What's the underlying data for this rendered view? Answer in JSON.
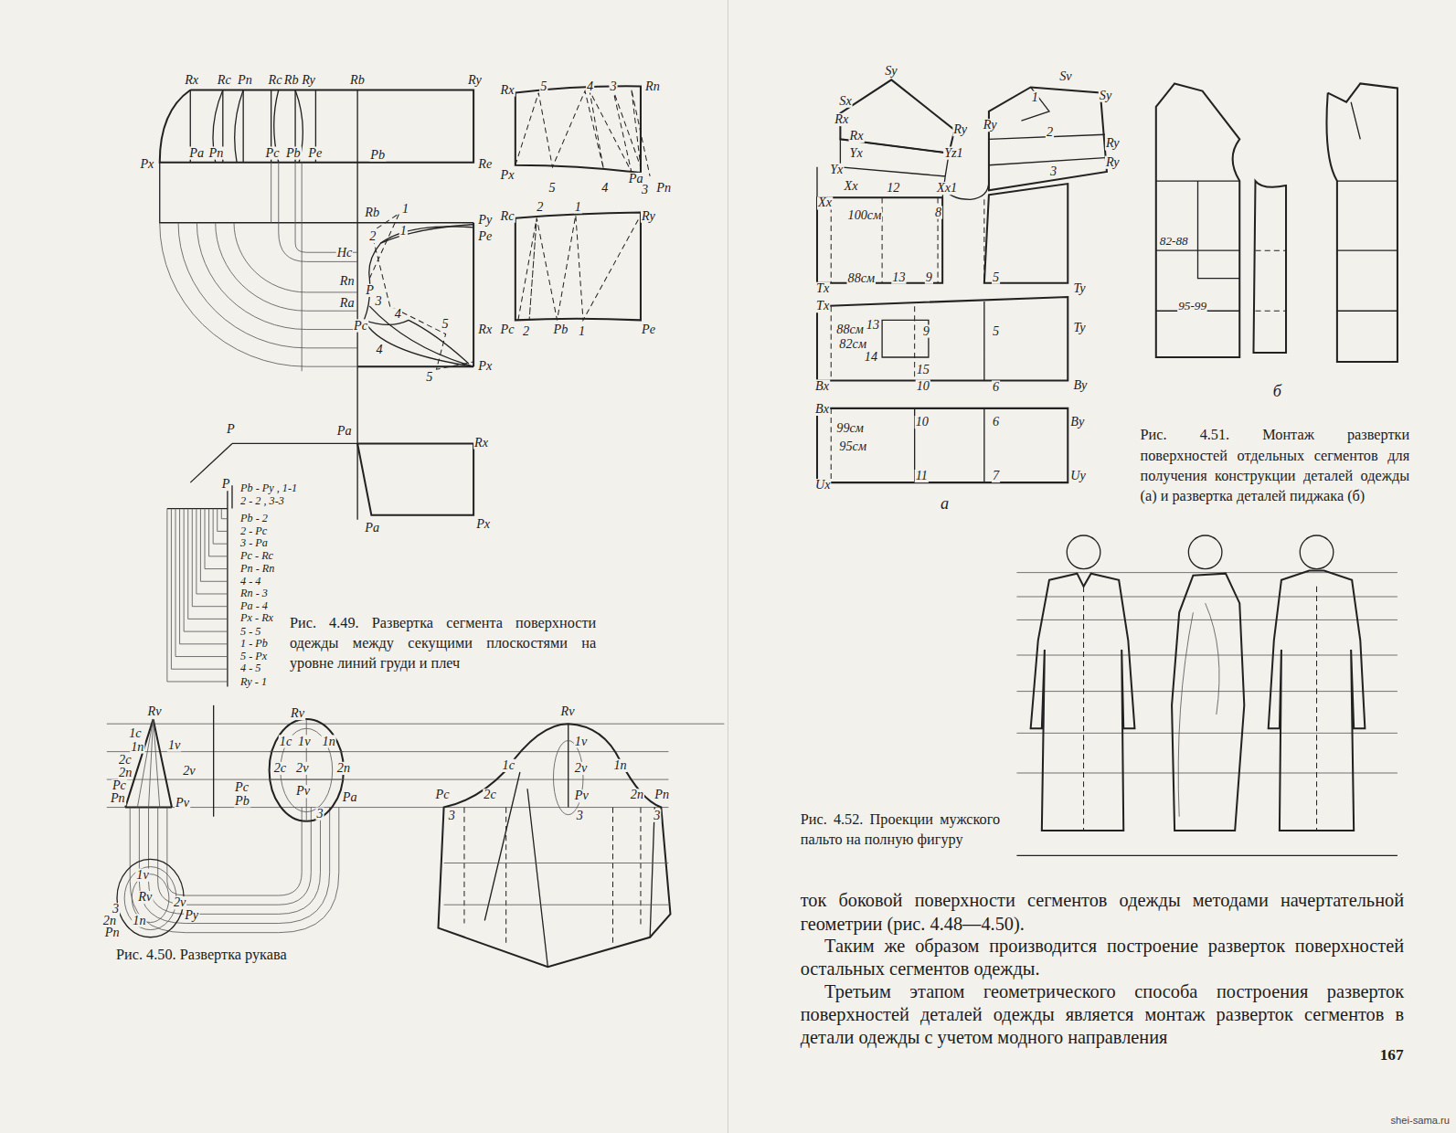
{
  "diagram": {
    "labels": [
      "Rx",
      "Rc",
      "Pп",
      "Rc",
      "Rb",
      "Ry",
      "Rb",
      "Ry",
      "Px",
      "Pa",
      "Pп",
      "Pc",
      "Pb",
      "Pe",
      "Pb",
      "Re",
      "Rb",
      "Py",
      "Pe",
      "Hc",
      "Rп",
      "Ra",
      "Pc",
      "P",
      "Rx",
      "Px",
      "1",
      "1",
      "2",
      "3",
      "4",
      "4",
      "5",
      "5",
      "Rx",
      "5",
      "4",
      "3",
      "Rп",
      "Px",
      "5",
      "4",
      "Pa",
      "3",
      "Pп",
      "Rc",
      "2",
      "1",
      "Ry",
      "Pc",
      "2",
      "Pb",
      "1",
      "Pe",
      "P",
      "Pa",
      "Rx",
      "P",
      "Pa",
      "Px",
      "Pb - Py , 1-1",
      "2 - 2 , 3-3",
      "Pb - 2",
      "2 - Pc",
      "3 - Pa",
      "Pc - Rc",
      "Pп - Rп",
      "4 - 4",
      "Rп - 3",
      "Pa - 4",
      "Px - Rx",
      "5 - 5",
      "1 - Pb",
      "5 - Px",
      "4 - 5",
      "Ry - 1",
      "Рис. 4.49. Развертка сегмента поверхности одежды между секущими плоскостями на уровне линий груди и плеч",
      "Rv",
      "1c",
      "1п",
      "1v",
      "2c",
      "2п",
      "2v",
      "Pc",
      "Pп",
      "Pv",
      "1v",
      "Rv",
      "2v",
      "Py",
      "3",
      "2п",
      "Pп",
      "1п",
      "Rv",
      "1c",
      "1v",
      "1п",
      "2c",
      "2v",
      "2п",
      "Pc",
      "Pb",
      "Pv",
      "Pa",
      "3",
      "Rv",
      "1c",
      "1п",
      "1v",
      "2c",
      "2v",
      "2п",
      "Pc",
      "Pv",
      "Pп",
      "3",
      "3",
      "3",
      "Рис. 4.50. Развертка рукава",
      "Sy",
      "Sx",
      "Rx",
      "Ry",
      "Rx",
      "Yx",
      "Yz1",
      "Yx",
      "Xx",
      "12",
      "Xx1",
      "Xx",
      "100см",
      "8",
      "88см",
      "13",
      "9",
      "5",
      "Tx",
      "Ty",
      "Tx",
      "88см",
      "82см",
      "13",
      "14",
      "9",
      "5",
      "Ty",
      "15",
      "10",
      "6",
      "By",
      "Bx",
      "Bx",
      "10",
      "6",
      "By",
      "99см",
      "95см",
      "11",
      "7",
      "Uy",
      "Ux",
      "а",
      "1",
      "Sv",
      "Sy",
      "Ry",
      "2",
      "Ry",
      "Ry",
      "3",
      "82-88",
      "95-99",
      "б",
      "Рис. 4.51. Монтаж развертки поверхностей отдельных сегментов для получения конструкции деталей одежды (а) и развертка деталей пиджака (б)",
      "Рис. 4.52. Проекции мужского пальто на полную фигуру",
      "ток боковой поверхности сегментов одежды методами начертательной геометрии (рис. 4.48—4.50).",
      "Таким же образом производится построение разверток поверхностей остальных сегментов одежды.",
      "Третьим этапом геометрического способа построения разверток поверхностей деталей одежды является монтаж разверток сегментов в детали одежды с учетом модного направления",
      "167",
      "shei-sama.ru"
    ]
  }
}
